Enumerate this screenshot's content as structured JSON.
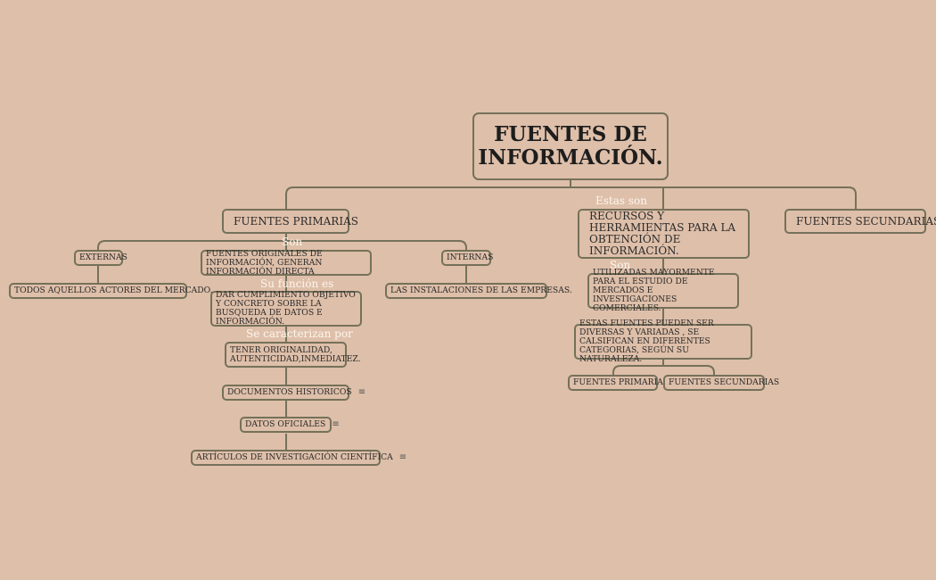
{
  "colors": {
    "background": "#debfa9",
    "line": "#75715a",
    "label_text": "#fdf6ee",
    "node_text": "#2b2b2b"
  },
  "root": "FUENTES DE INFORMACIÓN.",
  "left": {
    "title": "FUENTES PRIMARIAS",
    "son_label": "Son",
    "externas": "EXTERNAS",
    "externas_desc": "TODOS AQUELLOS ACTORES DEL MERCADO.",
    "definition": "FUENTES ORIGINALES DE INFORMACIÓN, GENERAN INFORMACIÓN DIRECTA",
    "internas": "INTERNAS",
    "internas_desc": "LAS INSTALACIONES DE LAS EMPRESAS.",
    "funcion_label": "Su función es",
    "funcion": "DAR CUMPLIMIENTO OBJETIVO Y CONCRETO SOBRE LA BUSQUEDA DE DATOS E INFORMACIÓN.",
    "caracterizan_label": "Se caracterizan por",
    "caracteristicas": "TENER ORIGINALIDAD, AUTENTICIDAD,INMEDIATEZ.",
    "examples": [
      "DOCUMENTOS HISTORICOS",
      "DATOS OFICIALES",
      "ARTÍCULOS DE INVESTIGACIÓN CIENTÍFICA"
    ],
    "note_icon": "≡"
  },
  "middle": {
    "estas_son_label": "Estas son",
    "title": "RECURSOS Y HERRAMIENTAS PARA LA OBTENCIÓN DE INFORMACIÓN.",
    "son_label": "Son",
    "uso": "UTILIZADAS MAYORMENTE PARA EL ESTUDIO DE MERCADOS E INVESTIGACIONES COMERCIALES.",
    "variedad": "ESTAS FUENTES PUEDEN SER DIVERSAS Y VARIADAS , SE CALSIFICAN EN DIFERENTES CATEGORIAS, SEGÚN SU NATURALEZA.",
    "tipo_a": "FUENTES PRIMARIAS",
    "tipo_b": "FUENTES SECUNDARIAS"
  },
  "right": {
    "title": "FUENTES SECUNDARIAS"
  }
}
